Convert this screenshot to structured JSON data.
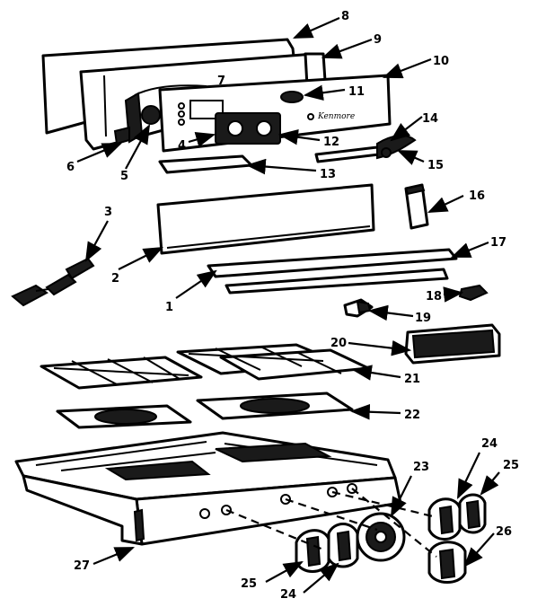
{
  "diagram": {
    "brand_text": "Kenmore",
    "callouts": [
      "1",
      "2",
      "3",
      "4",
      "5",
      "6",
      "7",
      "8",
      "9",
      "10",
      "11",
      "12",
      "13",
      "14",
      "15",
      "16",
      "17",
      "18",
      "19",
      "20",
      "21",
      "22",
      "23",
      "24",
      "24",
      "25",
      "25",
      "26",
      "27"
    ],
    "colors": {
      "ink": "#000000",
      "paper": "#ffffff",
      "shade": "#1a1a1a"
    }
  }
}
